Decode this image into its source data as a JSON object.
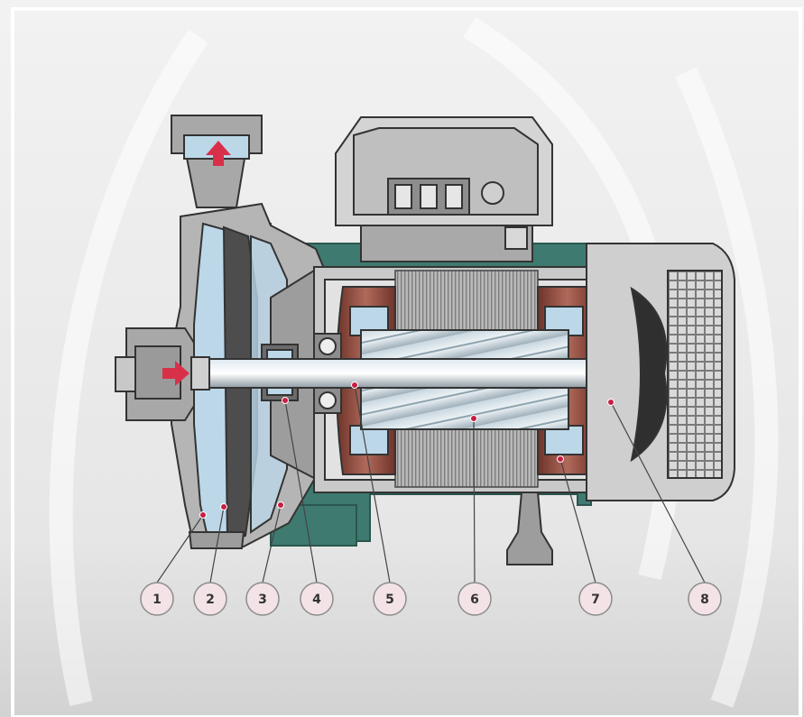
{
  "diagram": {
    "callouts": [
      {
        "number": "1"
      },
      {
        "number": "2"
      },
      {
        "number": "3"
      },
      {
        "number": "4"
      },
      {
        "number": "5"
      },
      {
        "number": "6"
      },
      {
        "number": "7"
      },
      {
        "number": "8"
      }
    ]
  },
  "colors": {
    "background_top": "#ededed",
    "background_bottom": "#d9d9d9",
    "housing_grey": "#b5b5b5",
    "housing_dark": "#6b6b6b",
    "base_teal": "#3e7a70",
    "impeller_blue": "#bcd7e8",
    "winding_copper": "#8a4b3f",
    "laminations": "#9a9a9a",
    "arrow_red": "#d9304a",
    "callout_fill": "#f3e3e6",
    "callout_dot": "#c81e44"
  }
}
